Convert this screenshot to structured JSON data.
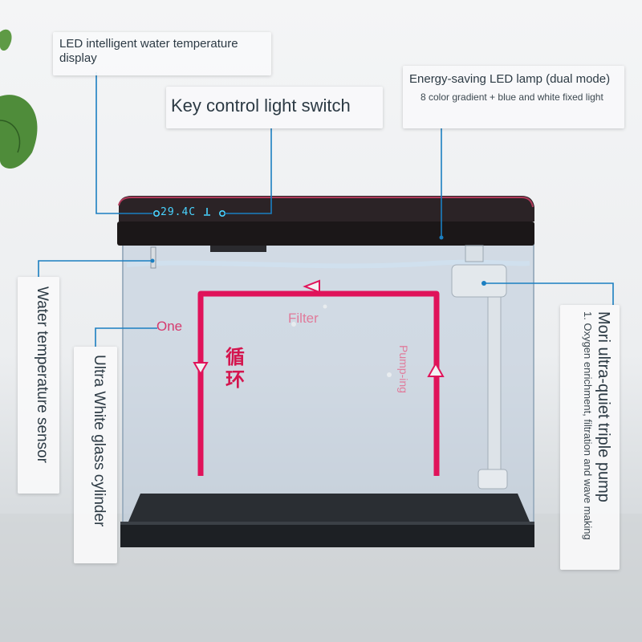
{
  "callouts": {
    "led_display": "LED intelligent water temperature display",
    "key_control": "Key control light switch",
    "lamp_title": "Energy-saving LED lamp (dual mode)",
    "lamp_sub": "8 color gradient + blue and white fixed light",
    "water_sensor": "Water temperature sensor",
    "glass": "Ultra White glass cylinder",
    "pump_title": "Mori ultra-quiet triple pump",
    "pump_sub": "1. Oxygen enrichment, filtration and wave making"
  },
  "display": {
    "temperature": "29.4C"
  },
  "flow": {
    "one": "One",
    "filter": "Filter",
    "pumping_1": "Pump-",
    "pumping_2": "ing",
    "cycle_cn": "循环"
  },
  "colors": {
    "pin": "#1b7fc1",
    "flow": "#e0135a",
    "lid": "#221c1e",
    "lcd": "#49d3ff"
  }
}
